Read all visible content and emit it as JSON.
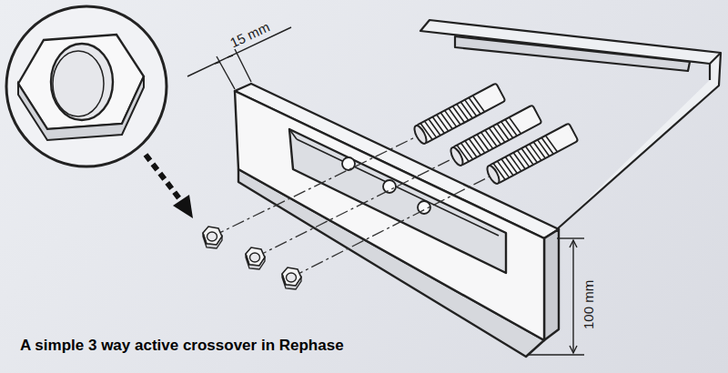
{
  "diagram": {
    "caption": "A simple 3 way active crossover in Rephase",
    "labels": [
      "15 mm",
      "100 mm"
    ]
  }
}
